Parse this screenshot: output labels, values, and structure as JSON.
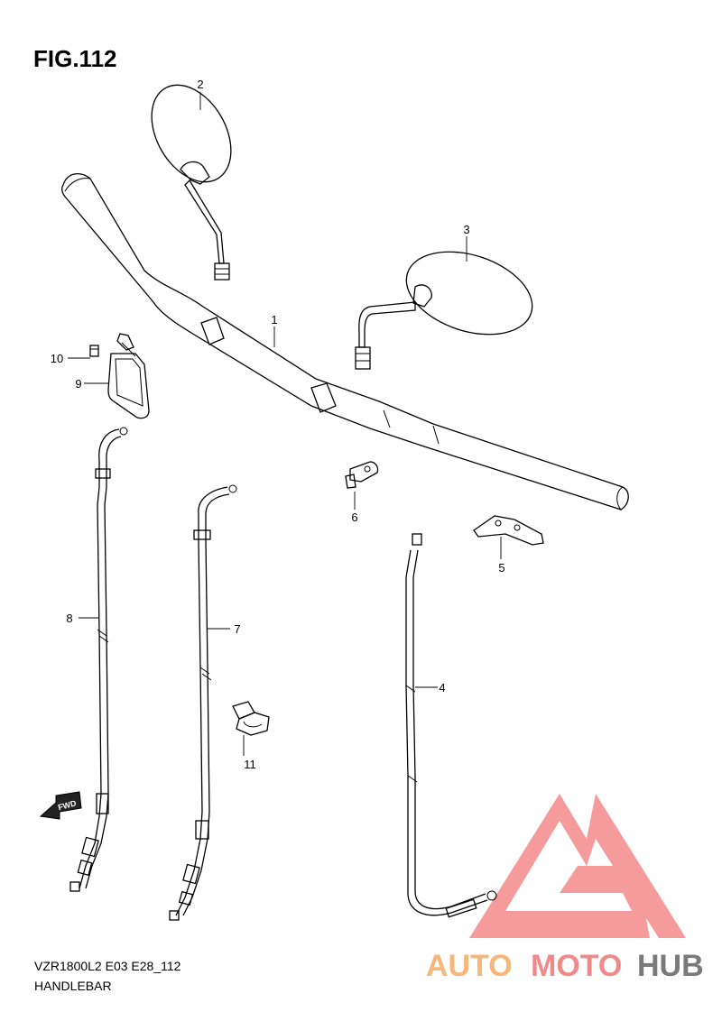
{
  "figure": {
    "title": "FIG.112"
  },
  "callouts": [
    "1",
    "2",
    "3",
    "4",
    "5",
    "6",
    "7",
    "8",
    "9",
    "10",
    "11"
  ],
  "direction_badge": "FWD",
  "footer": {
    "code": "VZR1800L2 E03 E28_112",
    "name": "HANDLEBAR"
  },
  "watermark": {
    "part1": "AUTO",
    "part2": "MOTO",
    "part3": "HUB",
    "colors": {
      "auto": "#f7b67a",
      "moto": "#f08a8a",
      "hub": "#7a7a7a",
      "triangle": "#f26a6a"
    }
  }
}
